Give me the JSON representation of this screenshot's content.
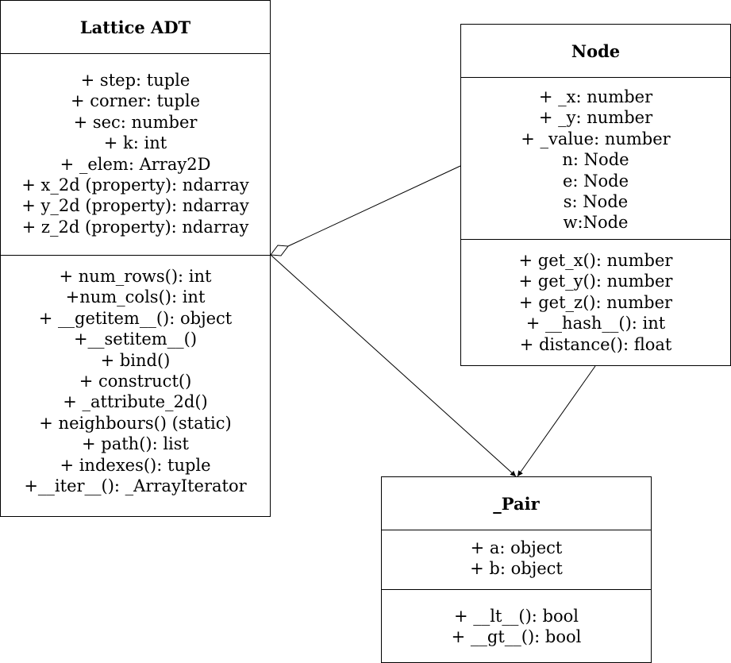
{
  "classes": {
    "lattice": {
      "name": "Lattice ADT",
      "attributes": [
        "+ step: tuple",
        "+ corner: tuple",
        "+ sec: number",
        "+ k: int",
        "+ _elem: Array2D",
        "+ x_2d (property): ndarray",
        "+ y_2d (property): ndarray",
        "+ z_2d (property): ndarray"
      ],
      "methods": [
        "+ num_rows(): int",
        "+num_cols(): int",
        "+ __getitem__(): object",
        "+__setitem__()",
        "+ bind()",
        "+ construct()",
        "+ _attribute_2d()",
        "+ neighbours() (static)",
        "+ path(): list",
        "+ indexes(): tuple",
        "+__iter__(): _ArrayIterator"
      ]
    },
    "node": {
      "name": "Node",
      "attributes": [
        "+ _x: number",
        "+ _y: number",
        "+ _value: number",
        "n: Node",
        "e: Node",
        "s: Node",
        "w:Node"
      ],
      "methods": [
        "+ get_x(): number",
        "+ get_y(): number",
        "+ get_z(): number",
        "+ __hash__(): int",
        "+ distance(): float"
      ]
    },
    "pair": {
      "name": "_Pair",
      "attributes": [
        "+ a: object",
        "+ b: object"
      ],
      "methods": [
        "+ __lt__(): bool",
        "+ __gt__(): bool"
      ]
    }
  }
}
